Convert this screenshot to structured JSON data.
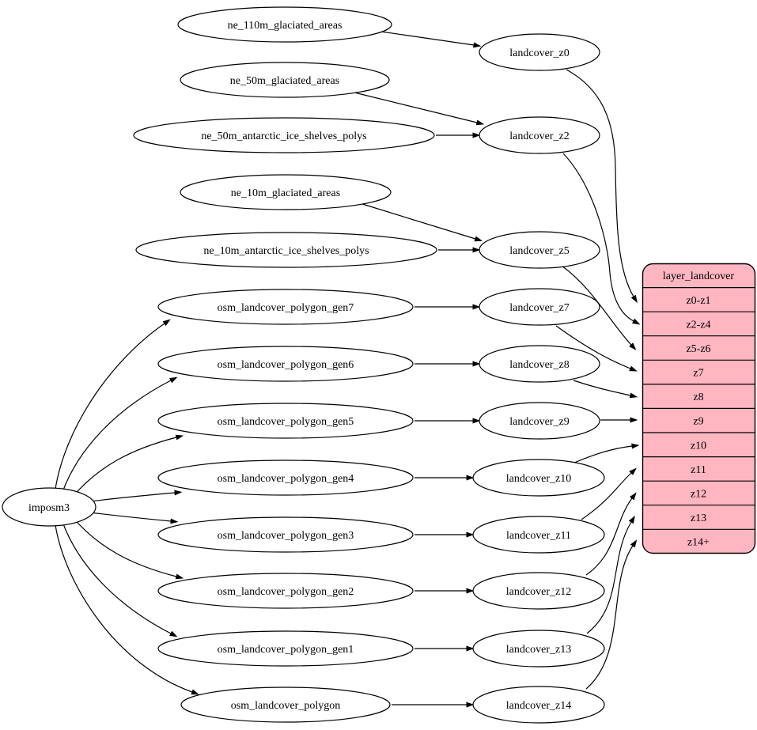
{
  "diagram": {
    "type": "graphviz-flow-diagram",
    "description_visible": false
  },
  "colors": {
    "background": "#ffffff",
    "node_fill": "#ffffff",
    "node_stroke": "#000000",
    "table_fill": "#ffb6c1",
    "text": "#000000"
  },
  "importer": {
    "label": "imposm3"
  },
  "sources": [
    {
      "label": "ne_110m_glaciated_areas"
    },
    {
      "label": "ne_50m_glaciated_areas"
    },
    {
      "label": "ne_50m_antarctic_ice_shelves_polys"
    },
    {
      "label": "ne_10m_glaciated_areas"
    },
    {
      "label": "ne_10m_antarctic_ice_shelves_polys"
    },
    {
      "label": "osm_landcover_polygon_gen7"
    },
    {
      "label": "osm_landcover_polygon_gen6"
    },
    {
      "label": "osm_landcover_polygon_gen5"
    },
    {
      "label": "osm_landcover_polygon_gen4"
    },
    {
      "label": "osm_landcover_polygon_gen3"
    },
    {
      "label": "osm_landcover_polygon_gen2"
    },
    {
      "label": "osm_landcover_polygon_gen1"
    },
    {
      "label": "osm_landcover_polygon"
    }
  ],
  "generalized": [
    {
      "label": "landcover_z0"
    },
    {
      "label": "landcover_z2"
    },
    {
      "label": "landcover_z5"
    },
    {
      "label": "landcover_z7"
    },
    {
      "label": "landcover_z8"
    },
    {
      "label": "landcover_z9"
    },
    {
      "label": "landcover_z10"
    },
    {
      "label": "landcover_z11"
    },
    {
      "label": "landcover_z12"
    },
    {
      "label": "landcover_z13"
    },
    {
      "label": "landcover_z14"
    }
  ],
  "layer": {
    "title": "layer_landcover",
    "rows": [
      "z0-z1",
      "z2-z4",
      "z5-z6",
      "z7",
      "z8",
      "z9",
      "z10",
      "z11",
      "z12",
      "z13",
      "z14+"
    ]
  },
  "edges": [
    {
      "from": "ne_110m_glaciated_areas",
      "to": "landcover_z0"
    },
    {
      "from": "ne_50m_glaciated_areas",
      "to": "landcover_z2"
    },
    {
      "from": "ne_50m_antarctic_ice_shelves_polys",
      "to": "landcover_z2"
    },
    {
      "from": "ne_10m_glaciated_areas",
      "to": "landcover_z5"
    },
    {
      "from": "ne_10m_antarctic_ice_shelves_polys",
      "to": "landcover_z5"
    },
    {
      "from": "osm_landcover_polygon_gen7",
      "to": "landcover_z7"
    },
    {
      "from": "osm_landcover_polygon_gen6",
      "to": "landcover_z8"
    },
    {
      "from": "osm_landcover_polygon_gen5",
      "to": "landcover_z9"
    },
    {
      "from": "osm_landcover_polygon_gen4",
      "to": "landcover_z10"
    },
    {
      "from": "osm_landcover_polygon_gen3",
      "to": "landcover_z11"
    },
    {
      "from": "osm_landcover_polygon_gen2",
      "to": "landcover_z12"
    },
    {
      "from": "osm_landcover_polygon_gen1",
      "to": "landcover_z13"
    },
    {
      "from": "osm_landcover_polygon",
      "to": "landcover_z14"
    },
    {
      "from": "imposm3",
      "to": "osm_landcover_polygon_gen7"
    },
    {
      "from": "imposm3",
      "to": "osm_landcover_polygon_gen6"
    },
    {
      "from": "imposm3",
      "to": "osm_landcover_polygon_gen5"
    },
    {
      "from": "imposm3",
      "to": "osm_landcover_polygon_gen4"
    },
    {
      "from": "imposm3",
      "to": "osm_landcover_polygon_gen3"
    },
    {
      "from": "imposm3",
      "to": "osm_landcover_polygon_gen2"
    },
    {
      "from": "imposm3",
      "to": "osm_landcover_polygon_gen1"
    },
    {
      "from": "imposm3",
      "to": "osm_landcover_polygon"
    },
    {
      "from": "landcover_z0",
      "to": "layer_landcover.z0-z1"
    },
    {
      "from": "landcover_z2",
      "to": "layer_landcover.z2-z4"
    },
    {
      "from": "landcover_z5",
      "to": "layer_landcover.z5-z6"
    },
    {
      "from": "landcover_z7",
      "to": "layer_landcover.z7"
    },
    {
      "from": "landcover_z8",
      "to": "layer_landcover.z8"
    },
    {
      "from": "landcover_z9",
      "to": "layer_landcover.z9"
    },
    {
      "from": "landcover_z10",
      "to": "layer_landcover.z10"
    },
    {
      "from": "landcover_z11",
      "to": "layer_landcover.z11"
    },
    {
      "from": "landcover_z12",
      "to": "layer_landcover.z12"
    },
    {
      "from": "landcover_z13",
      "to": "layer_landcover.z13"
    },
    {
      "from": "landcover_z14",
      "to": "layer_landcover.z14+"
    }
  ]
}
